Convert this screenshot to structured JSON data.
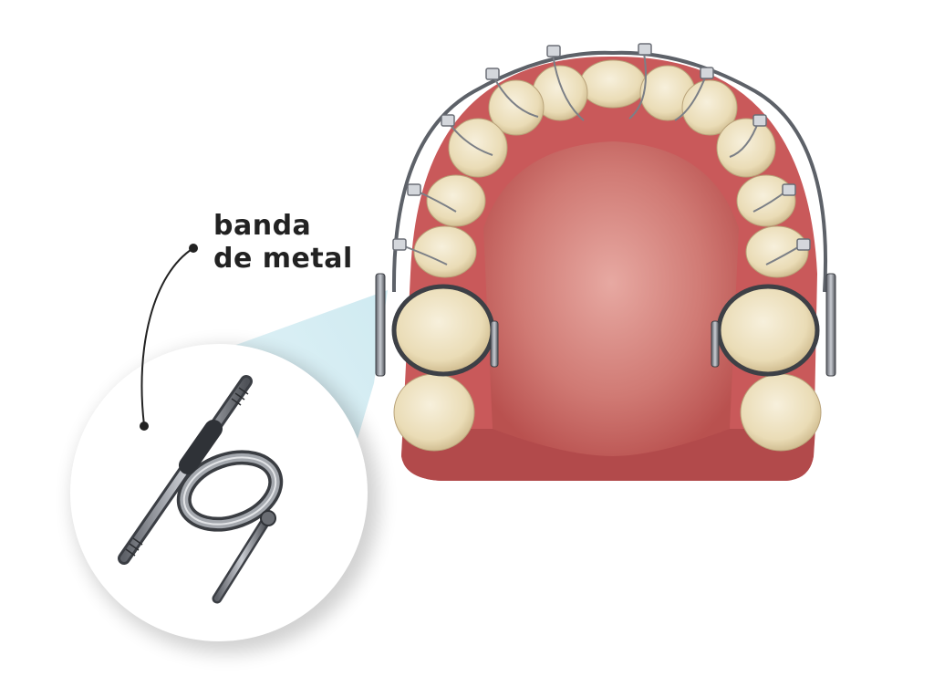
{
  "annotation": {
    "line1": "banda",
    "line2": "de metal"
  },
  "colors": {
    "gum": "#c9595a",
    "gum_dark": "#a63e40",
    "palate": "#d9918c",
    "tooth": "#efe4c6",
    "tooth_shadow": "#cdb98f",
    "wire": "#6b6f76",
    "bracket": "#d4d7dc",
    "cone": "#bfe3ec",
    "text": "#222222"
  },
  "icons": [
    "metal-band-device",
    "dental-arch",
    "leader-line"
  ]
}
